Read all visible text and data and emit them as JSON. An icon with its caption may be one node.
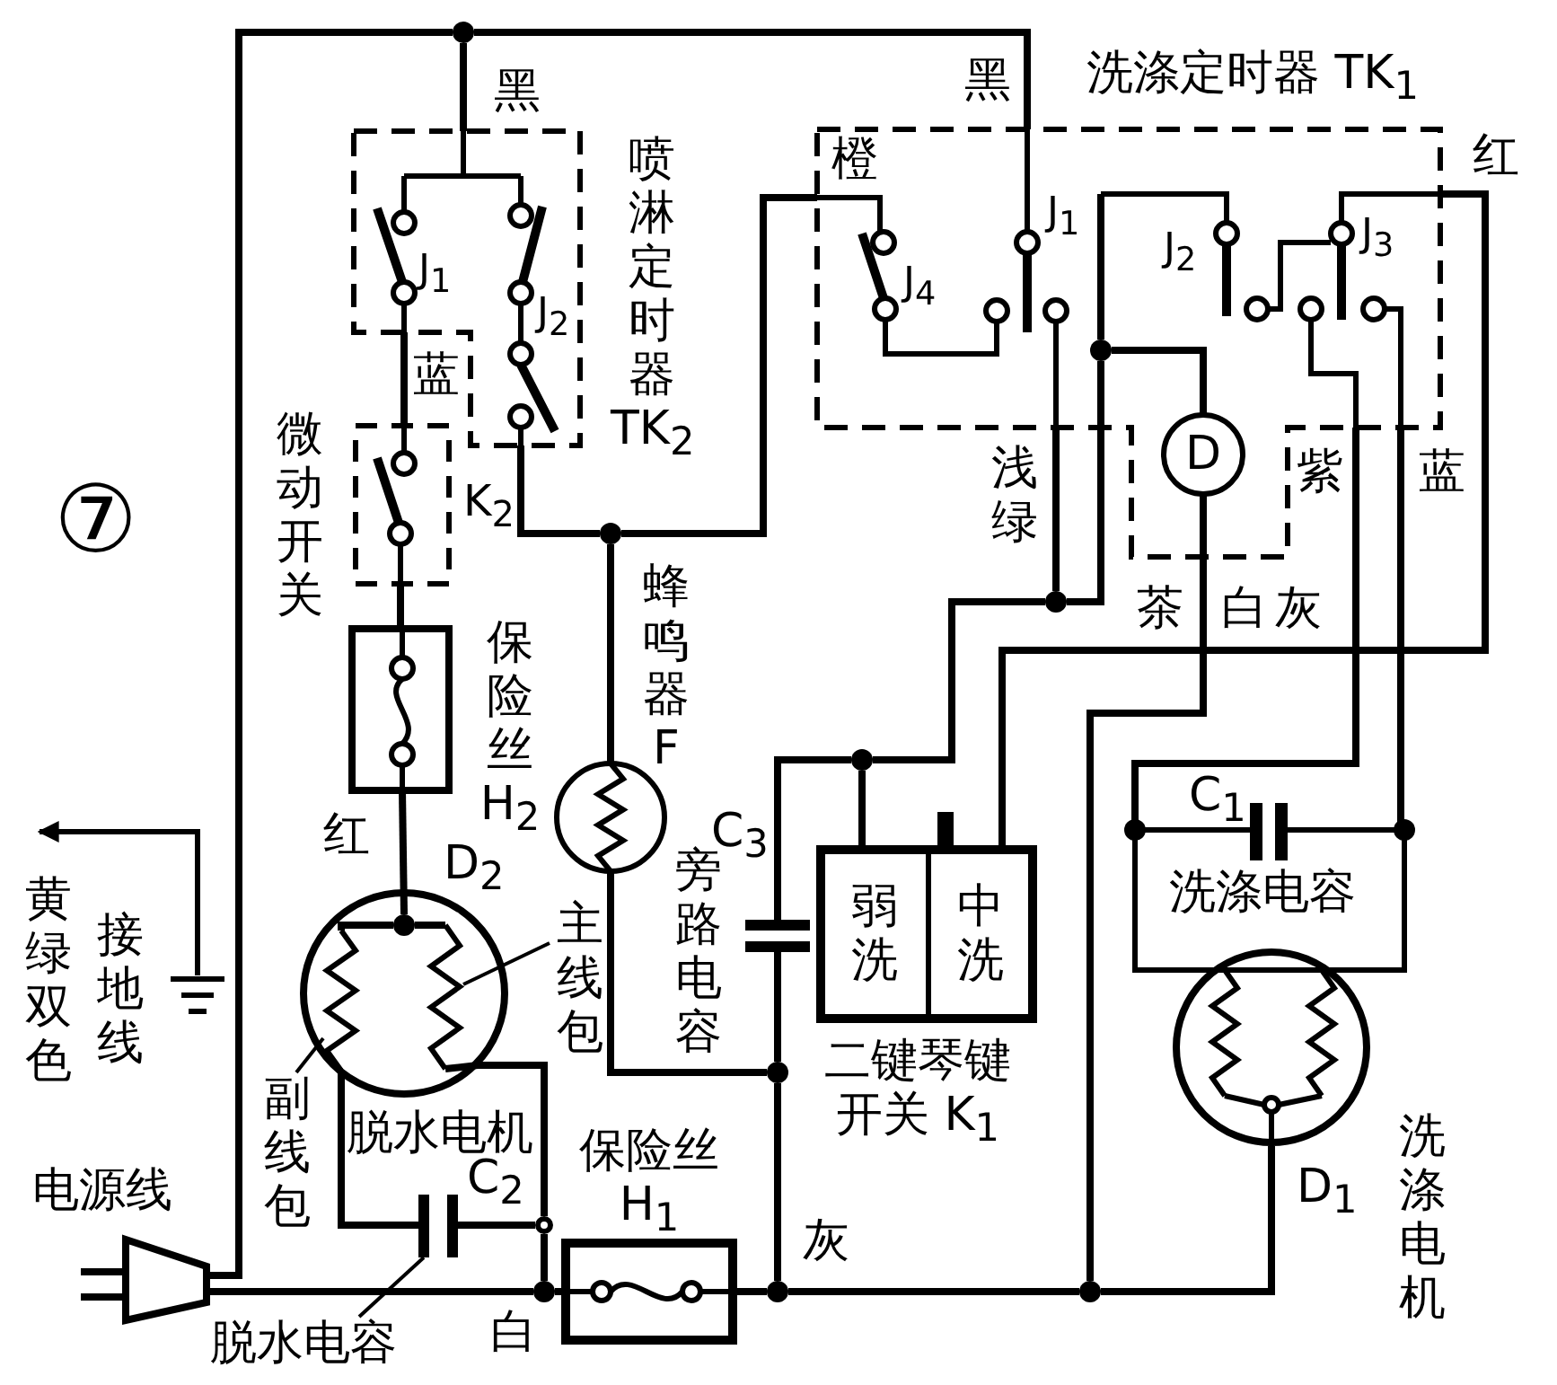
{
  "diagram": {
    "nodes": [
      {
        "text": [
          "J$_{1}$",
          "J$_{2}$",
          "喷淋定时器 TK$_{2}$"
        ]
      },
      {
        "text": [
          "微动开关",
          "K$_{2}$"
        ]
      },
      {
        "text": [
          "保险丝 H$_{2}$"
        ]
      },
      {
        "text": [
          "蜂鸣器 F"
        ]
      },
      {
        "text": [
          "D$_{2}$",
          "脱水电机"
        ]
      },
      {
        "text": [],
        "shape": "coil",
        "in": 4
      },
      {
        "text": [],
        "shape": "coil",
        "in": 4
      },
      {
        "text": [
          "主线包"
        ]
      },
      {
        "text": [
          "副线包"
        ]
      },
      {
        "text": [
          "C$_{2}$"
        ]
      },
      {
        "text": [
          "脱水电容"
        ]
      },
      {
        "text": [],
        "shape": "plug"
      },
      {
        "text": [],
        "shape": "ground"
      },
      {
        "text": [
          "保险丝 H$_{1}$"
        ]
      },
      {
        "text": [
          "C$_{3}$",
          "旁路电容"
        ]
      },
      {
        "text": [
          "洗涤定时器 TK$_{1}$",
          "J$_{4}$",
          "J$_{1}$",
          "J$_{2}$",
          "J$_{3}$"
        ]
      },
      {
        "text": [
          "D"
        ],
        "in": 15
      },
      {
        "text": [
          "二键琴键开关 K$_{1}$"
        ]
      },
      {
        "text": [
          "弱洗"
        ],
        "in": 17
      },
      {
        "text": [
          "中洗"
        ],
        "in": 17
      },
      {
        "text": [
          "C$_{1}$",
          "洗涤电容"
        ]
      },
      {
        "text": [
          "D$_{1}$",
          "洗涤电机"
        ]
      },
      {
        "text": [],
        "shape": "dot"
      },
      {
        "text": [],
        "shape": "dot",
        "in": 15
      },
      {
        "text": [],
        "shape": "dot"
      },
      {
        "text": [],
        "shape": "dot"
      },
      {
        "text": [],
        "shape": "dot"
      },
      {
        "text": [],
        "shape": "dot",
        "in": 4
      },
      {
        "text": [],
        "shape": "dot"
      },
      {
        "text": [],
        "shape": "circle"
      },
      {
        "text": [],
        "shape": "dot"
      },
      {
        "text": [],
        "shape": "dot"
      },
      {
        "text": [],
        "shape": "dot"
      }
    ],
    "edges": [
      {
        "from": 11,
        "to": 22,
        "arrow": "none"
      },
      {
        "from": 22,
        "to": 0,
        "arrow": "none"
      },
      {
        "from": 22,
        "to": 15,
        "arrow": "none"
      },
      {
        "from": 0,
        "to": 1,
        "arrow": "none"
      },
      {
        "from": 1,
        "to": 2,
        "arrow": "none"
      },
      {
        "from": 2,
        "to": 27,
        "arrow": "none"
      },
      {
        "from": 27,
        "to": 5,
        "arrow": "none"
      },
      {
        "from": 27,
        "to": 6,
        "arrow": "none"
      },
      {
        "from": 0,
        "to": 24,
        "arrow": "none"
      },
      {
        "from": 24,
        "to": 3,
        "arrow": "none"
      },
      {
        "from": 24,
        "to": 15,
        "arrow": "none"
      },
      {
        "from": 5,
        "to": 9,
        "arrow": "none"
      },
      {
        "from": 6,
        "to": 29,
        "arrow": "none"
      },
      {
        "from": 9,
        "to": 29,
        "arrow": "none"
      },
      {
        "from": 29,
        "to": 30,
        "arrow": "none"
      },
      {
        "from": 11,
        "to": 30,
        "arrow": "none"
      },
      {
        "from": 30,
        "to": 13,
        "arrow": "none"
      },
      {
        "from": 3,
        "to": 28,
        "arrow": "none"
      },
      {
        "from": 28,
        "to": 14,
        "arrow": "none"
      },
      {
        "from": 28,
        "to": 31,
        "arrow": "none"
      },
      {
        "from": 13,
        "to": 31,
        "arrow": "none"
      },
      {
        "from": 14,
        "to": 26,
        "arrow": "none"
      },
      {
        "from": 26,
        "to": 18,
        "arrow": "none"
      },
      {
        "from": 15,
        "to": 25,
        "arrow": "none"
      },
      {
        "from": 25,
        "to": 26,
        "arrow": "none"
      },
      {
        "from": 15,
        "to": 23,
        "arrow": "none"
      },
      {
        "from": 16,
        "to": 23,
        "arrow": "none"
      },
      {
        "from": 23,
        "to": 25,
        "arrow": "none"
      },
      {
        "from": 15,
        "to": 19,
        "arrow": "none"
      },
      {
        "from": 15,
        "to": 20,
        "arrow": "none"
      },
      {
        "from": 15,
        "to": 20,
        "arrow": "none"
      },
      {
        "from": 16,
        "to": 32,
        "arrow": "none"
      },
      {
        "from": 31,
        "to": 32,
        "arrow": "none"
      },
      {
        "from": 32,
        "to": 21,
        "arrow": "none"
      },
      {
        "from": 7,
        "to": 6,
        "arrow": "none"
      },
      {
        "from": 8,
        "to": 5,
        "arrow": "none"
      },
      {
        "from": 10,
        "to": 9,
        "arrow": "none"
      },
      {
        "from": 12,
        "to": null,
        "arrow": "to"
      }
    ],
    "labels": [
      "黑",
      "黑",
      "橙",
      "红",
      "蓝",
      "⑦",
      "浅绿",
      "紫",
      "蓝",
      "茶",
      "白",
      "灰",
      "红",
      "黄绿双色",
      "接地线",
      "电源线",
      "灰",
      "白"
    ]
  }
}
